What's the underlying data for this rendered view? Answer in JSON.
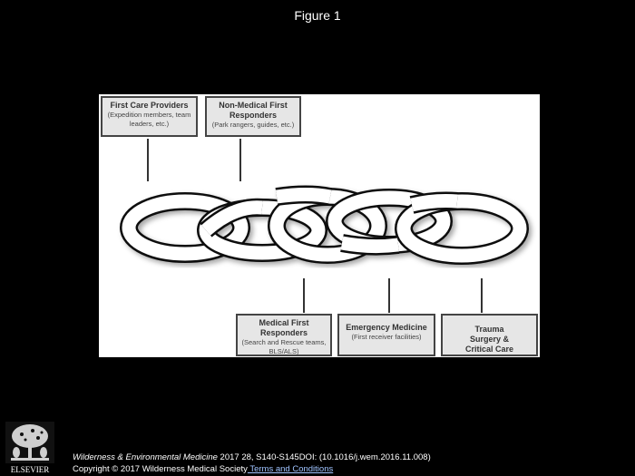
{
  "figure_title": "Figure 1",
  "boxes": {
    "first_care": {
      "heading": "First Care Providers",
      "sub": "(Expedition members, team leaders, etc.)"
    },
    "non_medical": {
      "heading": "Non-Medical First Responders",
      "sub": "(Park rangers, guides, etc.)"
    },
    "medical_first": {
      "heading": "Medical First Responders",
      "sub": "(Search and Rescue teams, BLS/ALS)"
    },
    "emergency": {
      "heading": "Emergency Medicine",
      "sub": "(First receiver facilities)"
    },
    "trauma": {
      "heading": "Trauma Surgery & Critical Care"
    }
  },
  "footer": {
    "journal": "Wilderness & Environmental Medicine",
    "citation": " 2017 28, S140-S145DOI: (10.1016/j.wem.2016.11.008)",
    "copyright": "Copyright © 2017 Wilderness Medical Society",
    "terms": " Terms and Conditions"
  },
  "publisher": {
    "logo_text": "ELSEVIER"
  }
}
